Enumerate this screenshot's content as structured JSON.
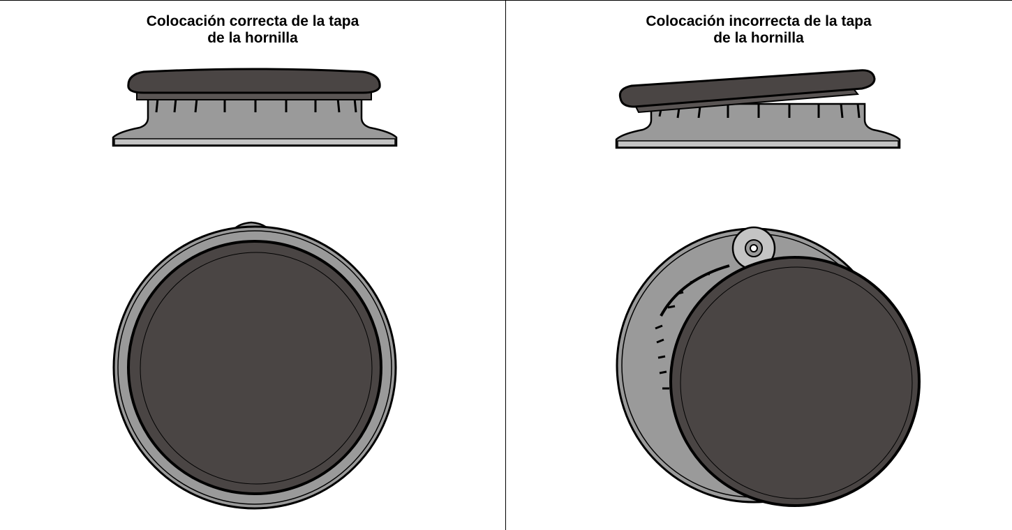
{
  "panels": {
    "correct": {
      "title_line1": "Colocación correcta de la tapa",
      "title_line2": "de la hornilla"
    },
    "incorrect": {
      "title_line1": "Colocación incorrecta de la tapa",
      "title_line2": "de la hornilla"
    }
  },
  "colors": {
    "cap": "#4a4544",
    "base": "#9a9a9a",
    "base_light": "#c4c4c4",
    "outline": "#000000"
  }
}
